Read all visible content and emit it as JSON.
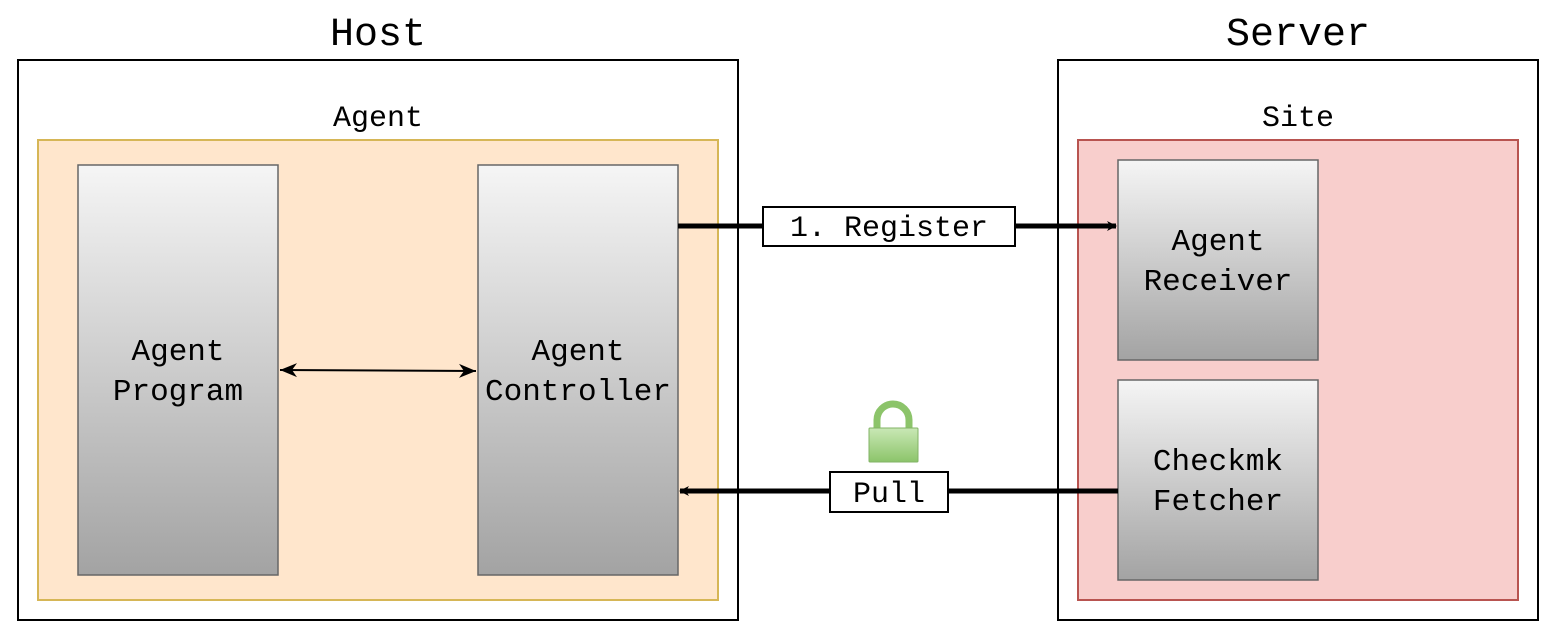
{
  "host": {
    "title": "Host",
    "agent_group": {
      "label": "Agent",
      "fill": "#ffe6cc",
      "stroke": "#d6b656",
      "program": {
        "line1": "Agent",
        "line2": "Program"
      },
      "controller": {
        "line1": "Agent",
        "line2": "Controller"
      }
    }
  },
  "server": {
    "title": "Server",
    "site_group": {
      "label": "Site",
      "fill": "#f8cecc",
      "stroke": "#b85450",
      "receiver": {
        "line1": "Agent",
        "line2": "Receiver"
      },
      "fetcher": {
        "line1": "Checkmk",
        "line2": "Fetcher"
      }
    }
  },
  "edges": {
    "register": {
      "label": "1. Register"
    },
    "pull": {
      "label": "Pull"
    }
  },
  "icons": {
    "lock": {
      "name": "lock-icon",
      "color": "#97d077"
    }
  }
}
